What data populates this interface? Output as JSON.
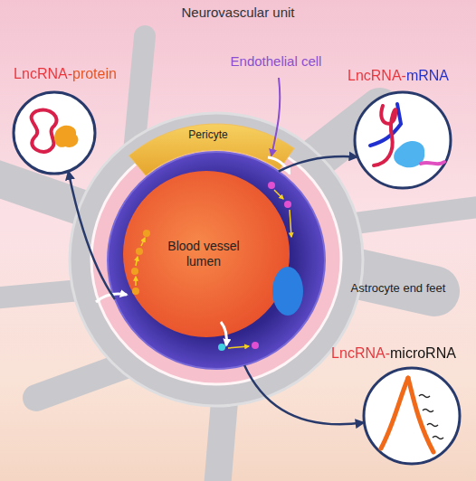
{
  "diagram": {
    "title": "Neurovascular unit",
    "nodes": [
      {
        "text": [
          "LncRNA-protein"
        ]
      },
      {
        "text": [
          "Endothelial cell"
        ]
      },
      {
        "text": [
          "LncRNA-mRNA"
        ]
      },
      {
        "text": [
          "Pericyte"
        ]
      },
      {
        "text": [
          "Blood vessel lumen"
        ],
        "in": 1
      },
      {
        "text": [
          "Astrocyte end feet"
        ]
      },
      {
        "text": [
          "LncRNA-microRNA"
        ]
      }
    ],
    "edges": [
      {
        "from": 1,
        "to": 0,
        "arrow": "to"
      },
      {
        "from": 1,
        "to": 2,
        "arrow": "to"
      },
      {
        "from": 1,
        "to": 6,
        "arrow": "to"
      }
    ]
  }
}
